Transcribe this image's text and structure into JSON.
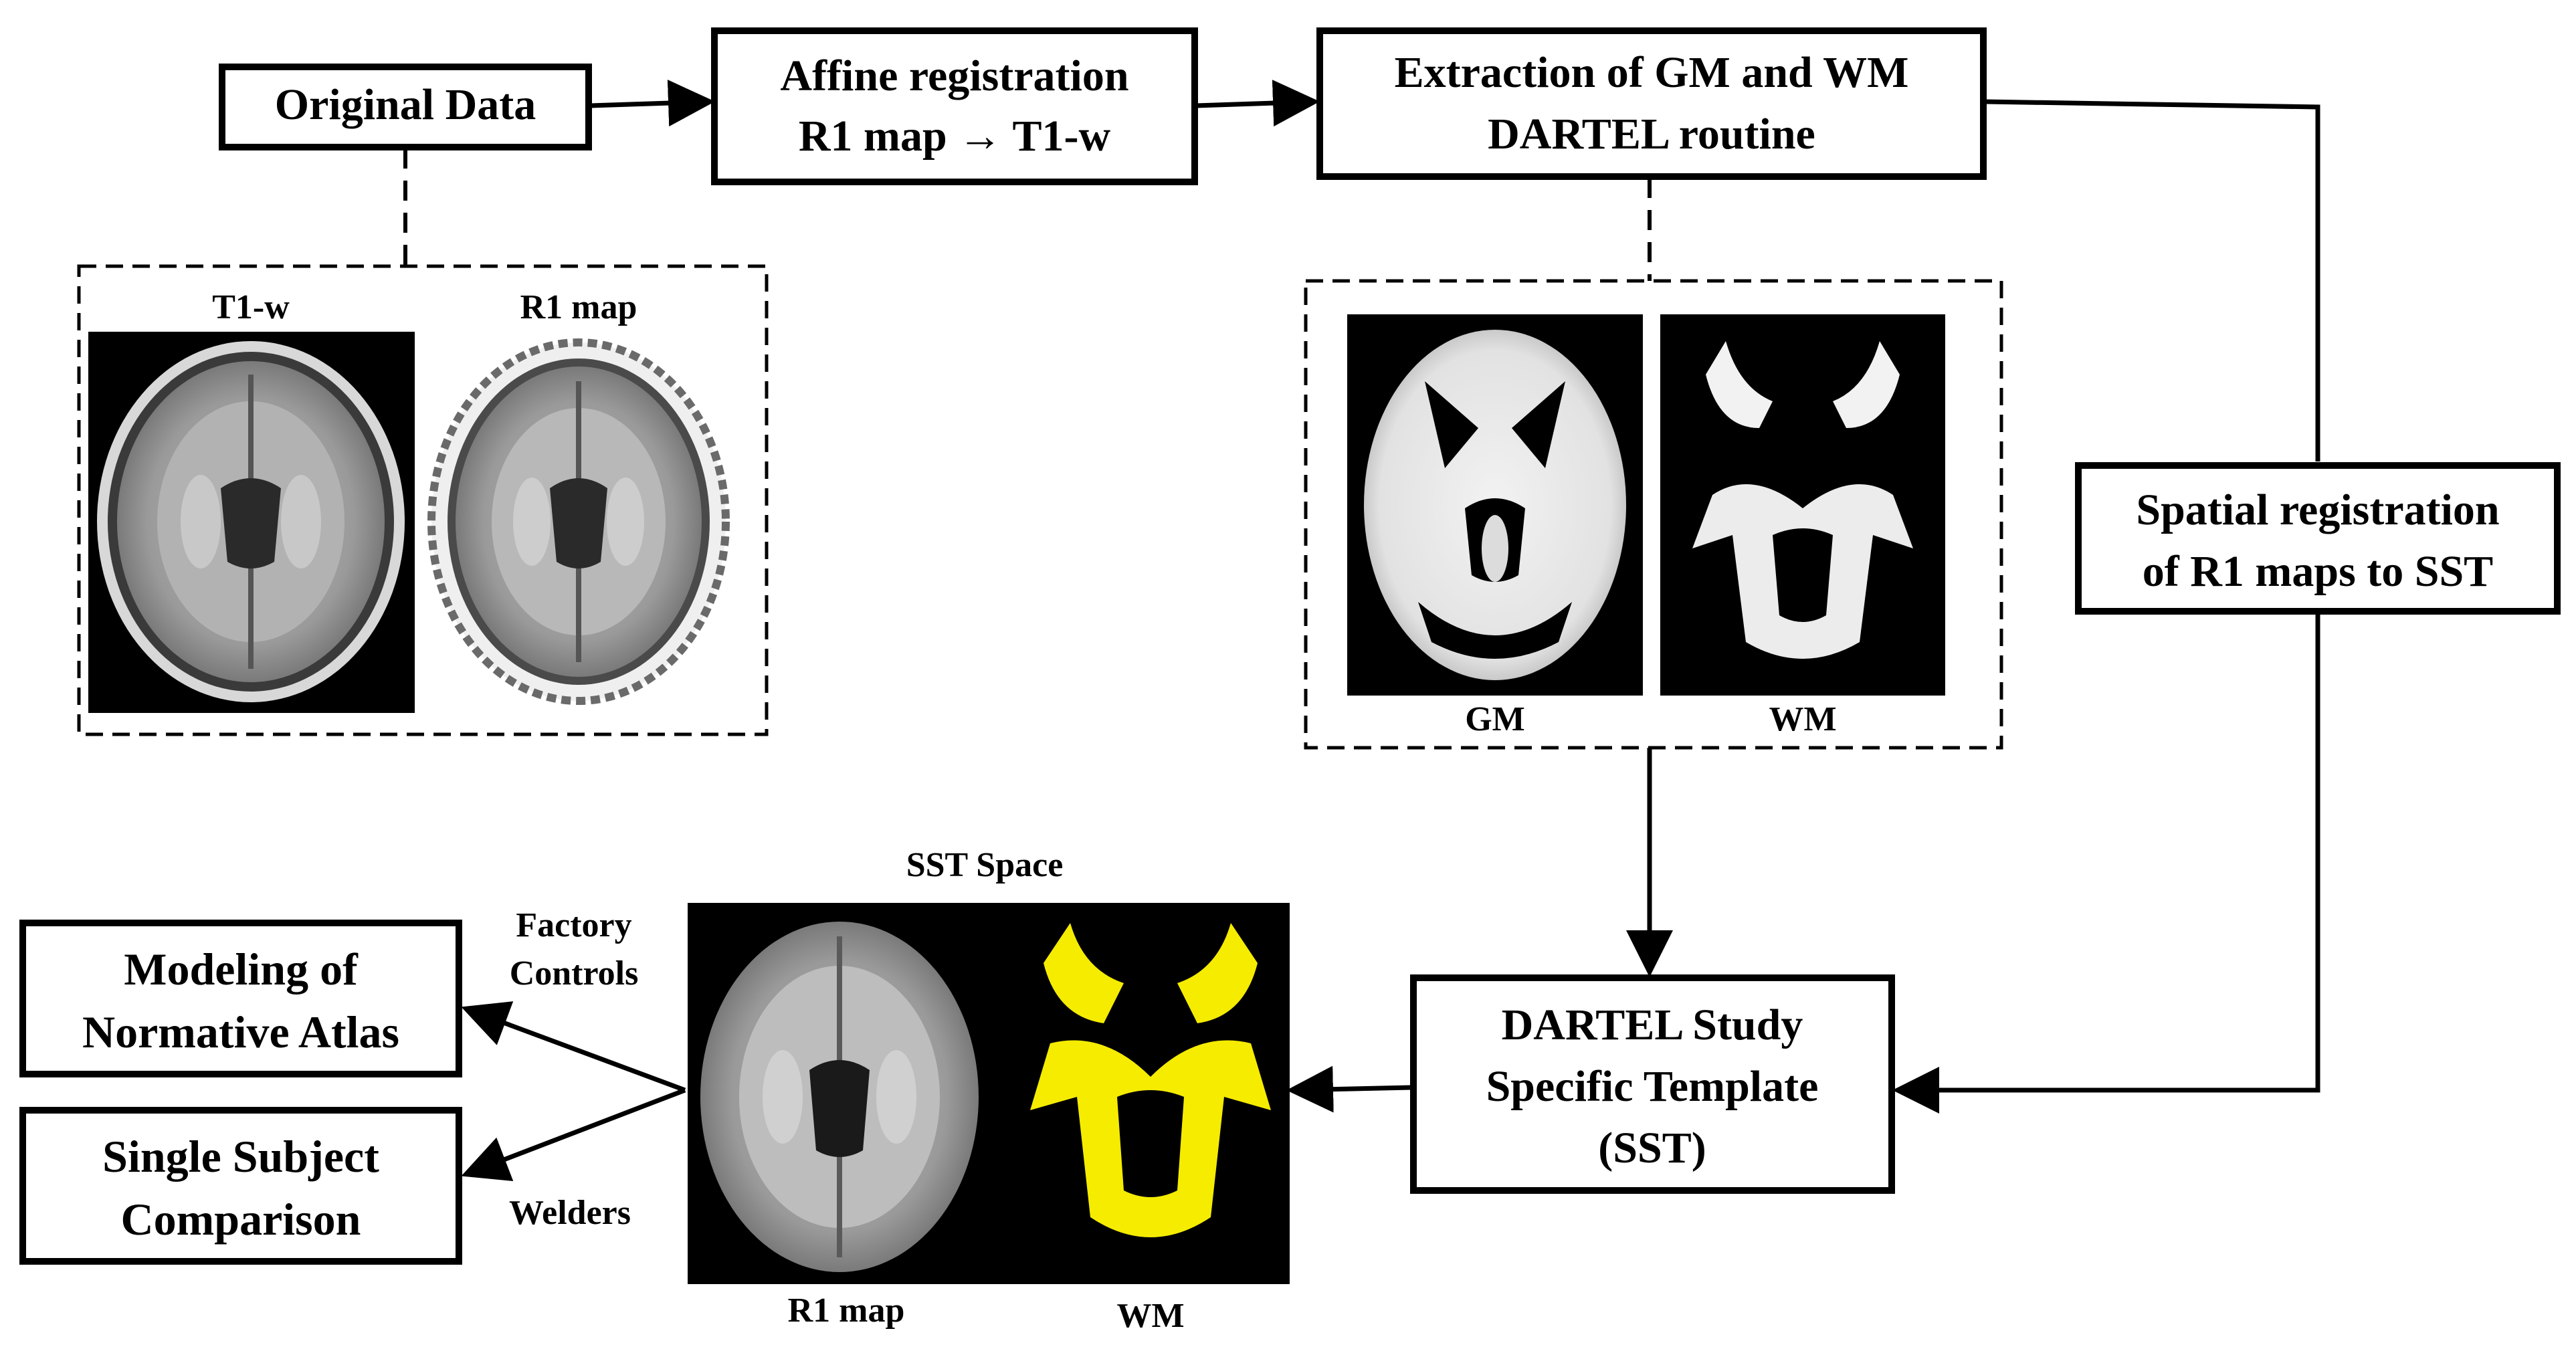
{
  "boxes": {
    "original_data": "Original Data",
    "affine": {
      "line1": "Affine registration",
      "line2": "R1 map → T1-w"
    },
    "extraction": {
      "line1": "Extraction of GM and WM",
      "line2": "DARTEL routine"
    },
    "spatial": {
      "line1": "Spatial registration",
      "line2": "of R1 maps to SST"
    },
    "dartel_sst": {
      "line1": "DARTEL Study",
      "line2": "Specific Template",
      "line3": "(SST)"
    },
    "modeling": {
      "line1": "Modeling of",
      "line2": "Normative Atlas"
    },
    "single_subject": {
      "line1": "Single Subject",
      "line2": "Comparison"
    }
  },
  "panels": {
    "original": {
      "left_label": "T1-w",
      "right_label": "R1 map"
    },
    "segmentation": {
      "left_label": "GM",
      "right_label": "WM"
    },
    "sst": {
      "title": "SST Space",
      "left_label": "R1 map",
      "right_label": "WM"
    }
  },
  "edge_labels": {
    "controls_line1": "Factory",
    "controls_line2": "Controls",
    "welders": "Welders"
  },
  "colors": {
    "stroke": "#000000",
    "wm_overlay": "#f5ec00",
    "background": "#ffffff"
  }
}
